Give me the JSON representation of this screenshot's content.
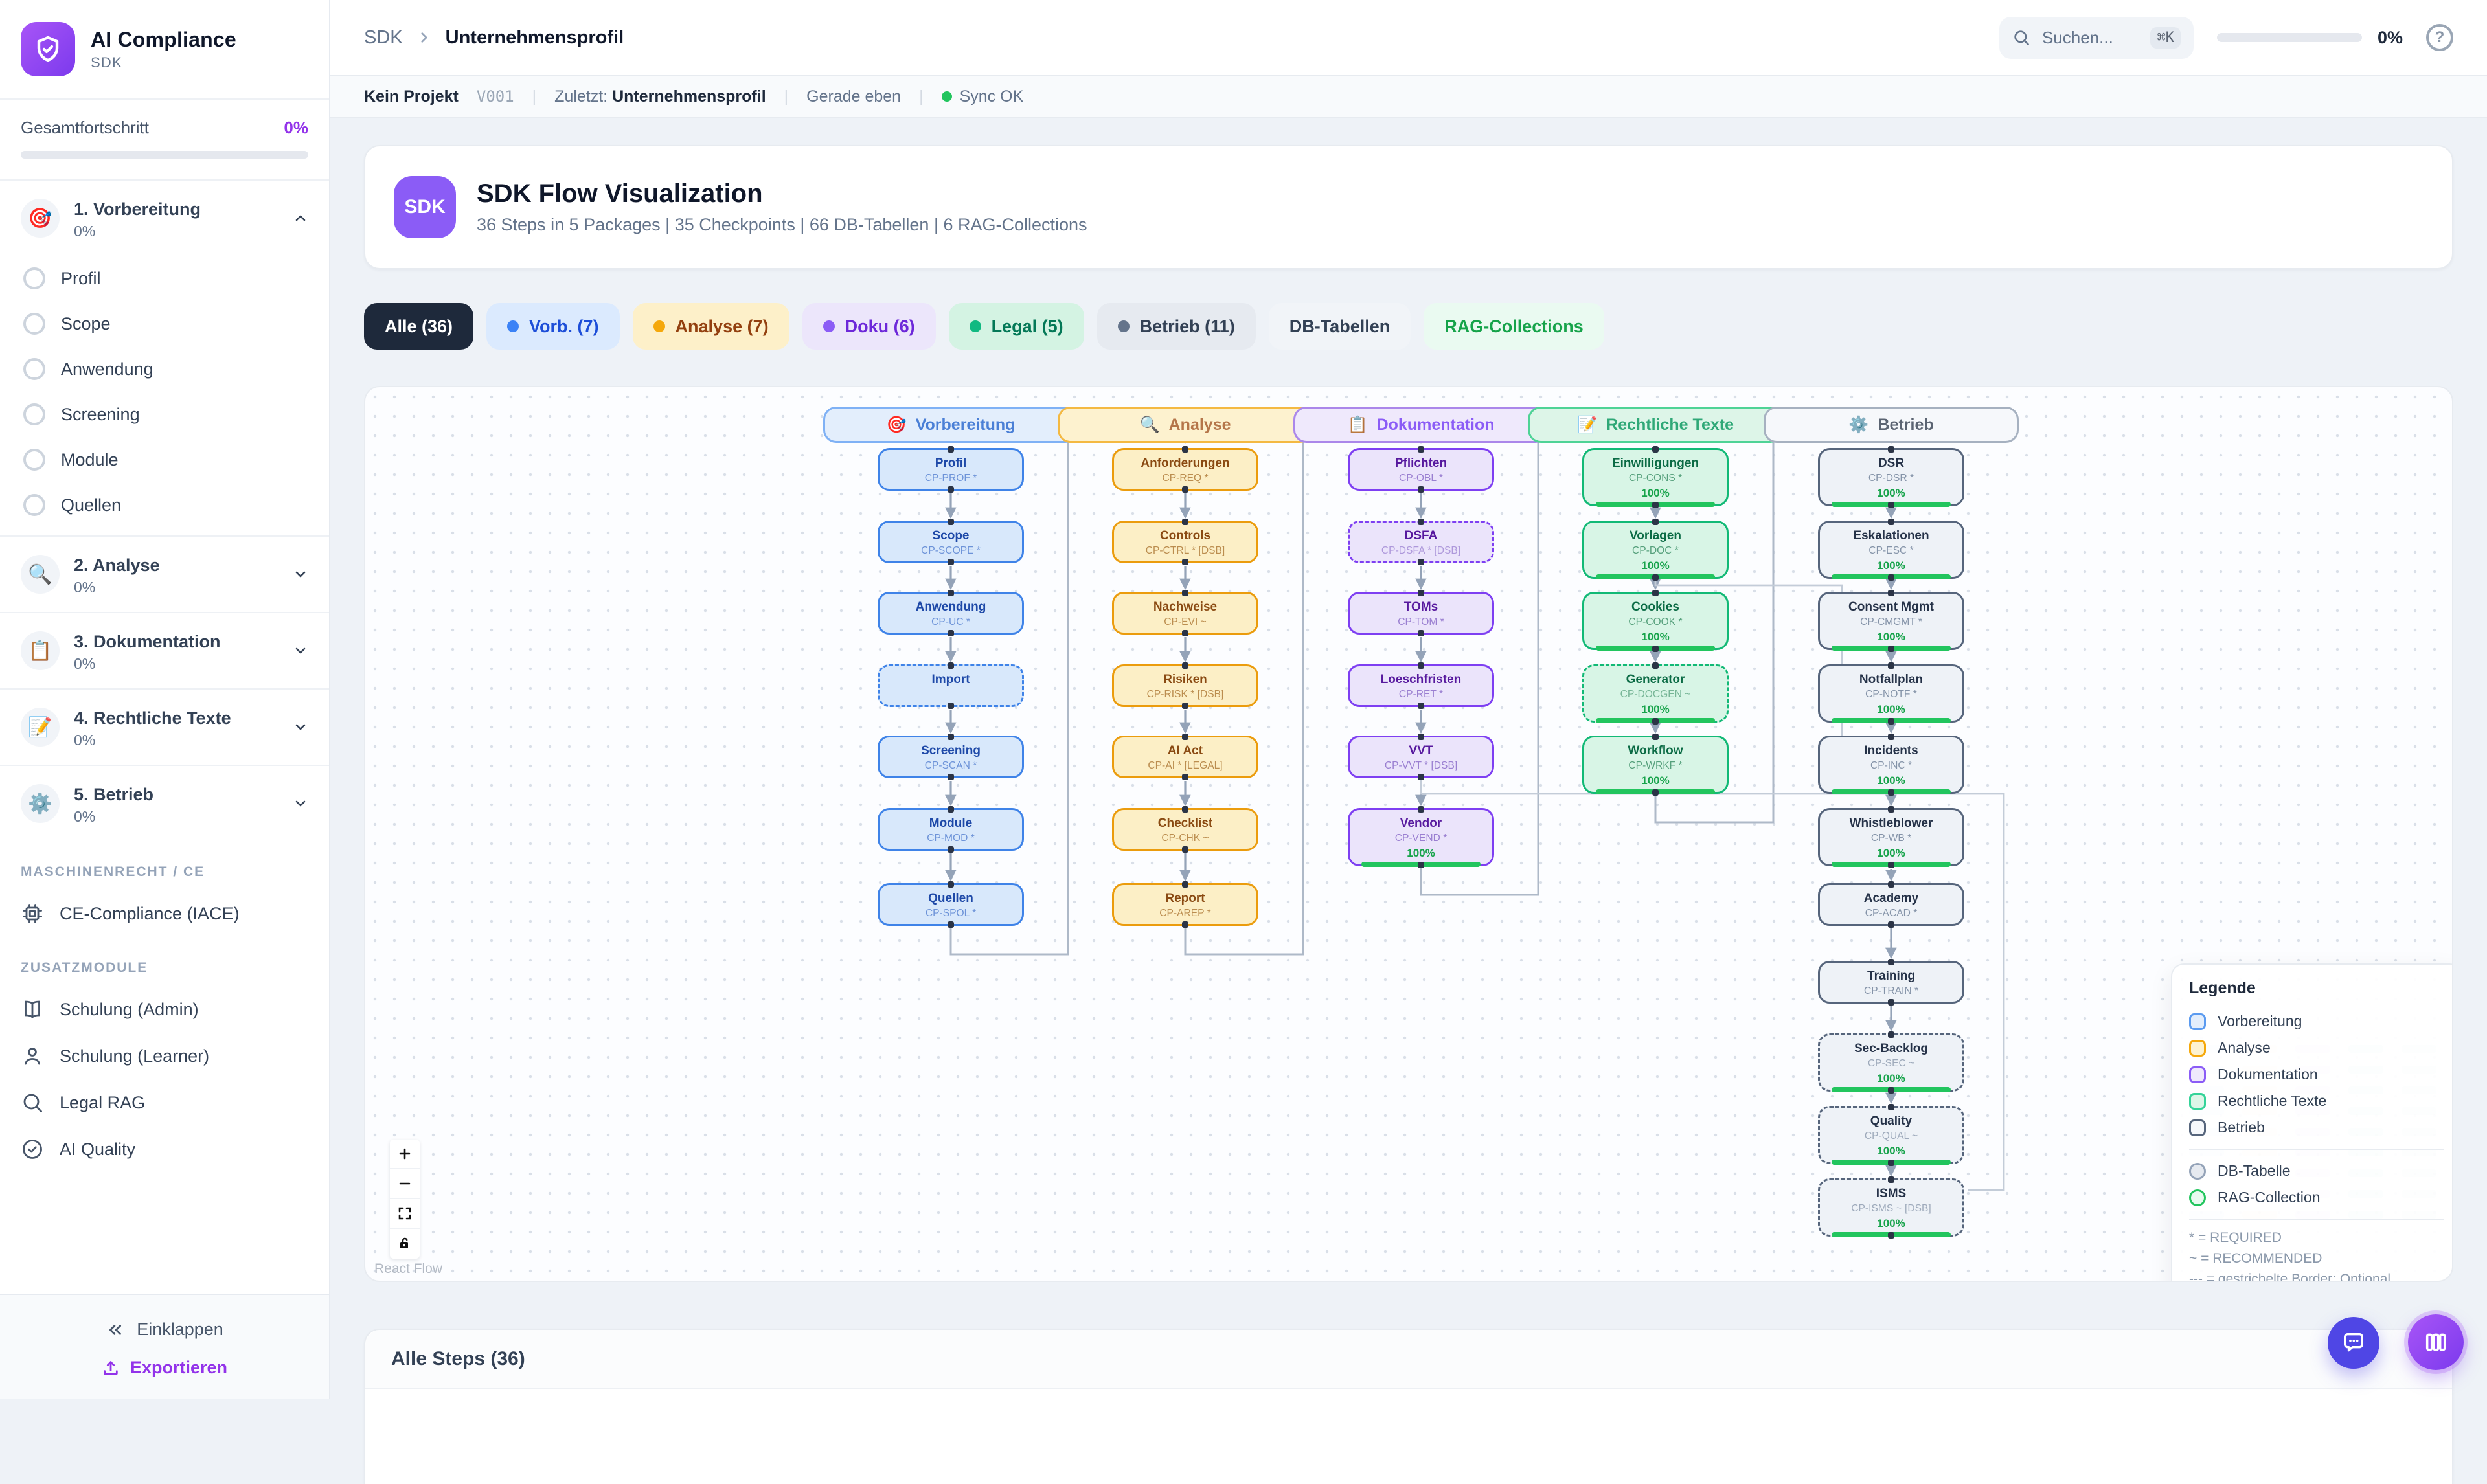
{
  "sidebar": {
    "app_title": "AI Compliance",
    "app_subtitle": "SDK",
    "overall_label": "Gesamtfortschritt",
    "overall_value": "0%",
    "phases": [
      {
        "label": "1. Vorbereitung",
        "progress": "0%",
        "emoji": "🎯",
        "expanded": true,
        "steps": [
          "Profil",
          "Scope",
          "Anwendung",
          "Screening",
          "Module",
          "Quellen"
        ]
      },
      {
        "label": "2. Analyse",
        "progress": "0%",
        "emoji": "🔍",
        "expanded": false,
        "steps": []
      },
      {
        "label": "3. Dokumentation",
        "progress": "0%",
        "emoji": "📋",
        "expanded": false,
        "steps": []
      },
      {
        "label": "4. Rechtliche Texte",
        "progress": "0%",
        "emoji": "📝",
        "expanded": false,
        "steps": []
      },
      {
        "label": "5. Betrieb",
        "progress": "0%",
        "emoji": "⚙️",
        "expanded": false,
        "steps": []
      }
    ],
    "sections": [
      {
        "title": "MASCHINENRECHT / CE",
        "items": [
          {
            "label": "CE-Compliance (IACE)",
            "icon": "cpu-icon"
          }
        ]
      },
      {
        "title": "ZUSATZMODULE",
        "items": [
          {
            "label": "Schulung (Admin)",
            "icon": "book-icon"
          },
          {
            "label": "Schulung (Learner)",
            "icon": "user-icon"
          },
          {
            "label": "Legal RAG",
            "icon": "search-icon"
          },
          {
            "label": "AI Quality",
            "icon": "check-circle-icon"
          }
        ]
      }
    ],
    "collapse_label": "Einklappen",
    "export_label": "Exportieren"
  },
  "header": {
    "breadcrumb_root": "SDK",
    "breadcrumb_current": "Unternehmensprofil",
    "search_placeholder": "Suchen...",
    "search_shortcut": "⌘K",
    "progress_value": "0%"
  },
  "statusbar": {
    "project": "Kein Projekt",
    "version": "V001",
    "last_label": "Zuletzt:",
    "last_value": "Unternehmensprofil",
    "time": "Gerade eben",
    "sync": "Sync OK"
  },
  "hero": {
    "badge": "SDK",
    "title": "SDK Flow Visualization",
    "subtitle": "36 Steps in 5 Packages | 35 Checkpoints | 66 DB-Tabellen | 6 RAG-Collections"
  },
  "filters": [
    {
      "label": "Alle (36)",
      "style": "all",
      "dot": false
    },
    {
      "label": "Vorb. (7)",
      "style": "vorb",
      "dot": true
    },
    {
      "label": "Analyse (7)",
      "style": "analyse",
      "dot": true
    },
    {
      "label": "Doku (6)",
      "style": "doku",
      "dot": true
    },
    {
      "label": "Legal (5)",
      "style": "legal",
      "dot": true
    },
    {
      "label": "Betrieb (11)",
      "style": "betrieb",
      "dot": true
    },
    {
      "label": "DB-Tabellen",
      "style": "db",
      "dot": false
    },
    {
      "label": "RAG-Collections",
      "style": "rag",
      "dot": false
    }
  ],
  "flow": {
    "attribution": "React Flow",
    "packages": [
      {
        "name": "Vorbereitung",
        "emoji": "🎯",
        "color": "blue",
        "nodes": [
          {
            "label": "Profil",
            "code": "CP-PROF *"
          },
          {
            "label": "Scope",
            "code": "CP-SCOPE *"
          },
          {
            "label": "Anwendung",
            "code": "CP-UC *"
          },
          {
            "label": "Import",
            "code": "",
            "dashed": true
          },
          {
            "label": "Screening",
            "code": "CP-SCAN *"
          },
          {
            "label": "Module",
            "code": "CP-MOD *"
          },
          {
            "label": "Quellen",
            "code": "CP-SPOL *"
          }
        ]
      },
      {
        "name": "Analyse",
        "emoji": "🔍",
        "color": "amber",
        "nodes": [
          {
            "label": "Anforderungen",
            "code": "CP-REQ *"
          },
          {
            "label": "Controls",
            "code": "CP-CTRL * [DSB]"
          },
          {
            "label": "Nachweise",
            "code": "CP-EVI ~"
          },
          {
            "label": "Risiken",
            "code": "CP-RISK * [DSB]"
          },
          {
            "label": "AI Act",
            "code": "CP-AI * [LEGAL]"
          },
          {
            "label": "Checklist",
            "code": "CP-CHK ~"
          },
          {
            "label": "Report",
            "code": "CP-AREP *"
          }
        ]
      },
      {
        "name": "Dokumentation",
        "emoji": "📋",
        "color": "purple",
        "nodes": [
          {
            "label": "Pflichten",
            "code": "CP-OBL *"
          },
          {
            "label": "DSFA",
            "code": "CP-DSFA * [DSB]",
            "dashed": true
          },
          {
            "label": "TOMs",
            "code": "CP-TOM *"
          },
          {
            "label": "Loeschfristen",
            "code": "CP-RET *"
          },
          {
            "label": "VVT",
            "code": "CP-VVT * [DSB]"
          },
          {
            "label": "Vendor",
            "code": "CP-VEND *",
            "progress": "100%"
          }
        ]
      },
      {
        "name": "Rechtliche Texte",
        "emoji": "📝",
        "color": "green",
        "nodes": [
          {
            "label": "Einwilligungen",
            "code": "CP-CONS *",
            "progress": "100%"
          },
          {
            "label": "Vorlagen",
            "code": "CP-DOC *",
            "progress": "100%"
          },
          {
            "label": "Cookies",
            "code": "CP-COOK *",
            "progress": "100%"
          },
          {
            "label": "Generator",
            "code": "CP-DOCGEN ~",
            "progress": "100%",
            "dashed": true
          },
          {
            "label": "Workflow",
            "code": "CP-WRKF *",
            "progress": "100%"
          }
        ]
      },
      {
        "name": "Betrieb",
        "emoji": "⚙️",
        "color": "slate",
        "nodes": [
          {
            "label": "DSR",
            "code": "CP-DSR *",
            "progress": "100%"
          },
          {
            "label": "Eskalationen",
            "code": "CP-ESC *",
            "progress": "100%"
          },
          {
            "label": "Consent Mgmt",
            "code": "CP-CMGMT *",
            "progress": "100%"
          },
          {
            "label": "Notfallplan",
            "code": "CP-NOTF *",
            "progress": "100%"
          },
          {
            "label": "Incidents",
            "code": "CP-INC *",
            "progress": "100%"
          },
          {
            "label": "Whistleblower",
            "code": "CP-WB *",
            "progress": "100%"
          },
          {
            "label": "Academy",
            "code": "CP-ACAD *"
          },
          {
            "label": "Training",
            "code": "CP-TRAIN *"
          },
          {
            "label": "Sec-Backlog",
            "code": "CP-SEC ~",
            "progress": "100%",
            "dashed": true
          },
          {
            "label": "Quality",
            "code": "CP-QUAL ~",
            "progress": "100%",
            "dashed": true
          },
          {
            "label": "ISMS",
            "code": "CP-ISMS ~ [DSB]",
            "progress": "100%",
            "dashed": true
          }
        ]
      }
    ]
  },
  "legend": {
    "title": "Legende",
    "packages": [
      {
        "label": "Vorbereitung",
        "color": "blue"
      },
      {
        "label": "Analyse",
        "color": "amber"
      },
      {
        "label": "Dokumentation",
        "color": "purple"
      },
      {
        "label": "Rechtliche Texte",
        "color": "green"
      },
      {
        "label": "Betrieb",
        "color": "slate"
      }
    ],
    "shapes": [
      {
        "label": "DB-Tabelle",
        "color": "dbt"
      },
      {
        "label": "RAG-Collection",
        "color": "ragc"
      }
    ],
    "notes": [
      "* = REQUIRED",
      "~ = RECOMMENDED",
      "--- = gestrichelte Border: Optional"
    ]
  },
  "steps_panel": {
    "title": "Alle Steps (36)"
  },
  "colors": {
    "accent": "#7c3aed",
    "sync_ok": "#22c55e",
    "progress": "#22c55e"
  }
}
